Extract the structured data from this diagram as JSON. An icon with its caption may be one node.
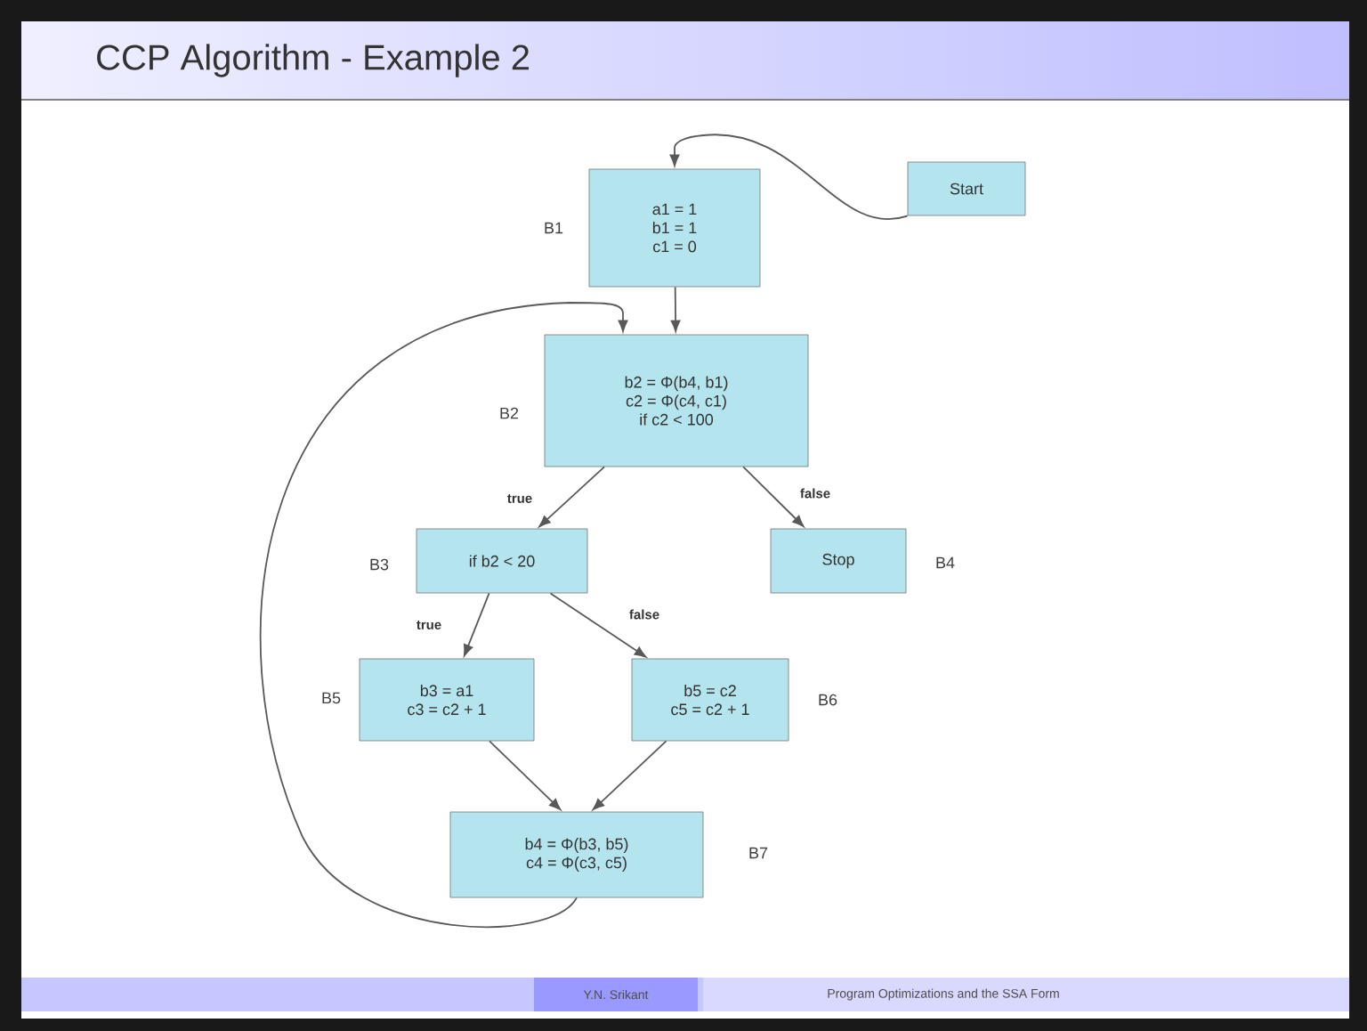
{
  "diagram": {
    "title": "CCP Algorithm - Example 2",
    "nodes": [
      {
        "text": [
          "Start"
        ]
      },
      {
        "text": [
          "a1 = 1",
          "b1 = 1",
          "c1 = 0"
        ],
        "beside": [
          "B1"
        ]
      },
      {
        "text": [
          "b2 = Φ(b4, b1)",
          "c2 = Φ(c4, c1)",
          "if c2 < 100"
        ],
        "beside": [
          "B2"
        ]
      },
      {
        "text": [
          "if b2 < 20"
        ],
        "beside": [
          "B3"
        ]
      },
      {
        "text": [
          "Stop"
        ],
        "beside": [
          "B4"
        ]
      },
      {
        "text": [
          "b3 = a1",
          "c3 = c2 + 1"
        ],
        "beside": [
          "B5"
        ]
      },
      {
        "text": [
          "b5 = c2",
          "c5 = c2 + 1"
        ],
        "beside": [
          "B6"
        ]
      },
      {
        "text": [
          "b4 = Φ(b3, b5)",
          "c4 = Φ(c3, c5)"
        ],
        "beside": [
          "B7"
        ]
      }
    ],
    "edges": [
      {
        "from": 0,
        "to": 1,
        "arrow": "to"
      },
      {
        "from": 1,
        "to": 2,
        "arrow": "to"
      },
      {
        "from": 2,
        "to": 3,
        "arrow": "to",
        "label": "true"
      },
      {
        "from": 2,
        "to": 4,
        "arrow": "to",
        "label": "false"
      },
      {
        "from": 3,
        "to": 5,
        "arrow": "to",
        "label": "true"
      },
      {
        "from": 3,
        "to": 6,
        "arrow": "to",
        "label": "false"
      },
      {
        "from": 5,
        "to": 7,
        "arrow": "to"
      },
      {
        "from": 6,
        "to": 7,
        "arrow": "to"
      },
      {
        "from": 7,
        "to": 2,
        "arrow": "to"
      }
    ],
    "labels": [
      "Y.N. Srikant",
      "Program Optimizations and the SSA Form"
    ]
  }
}
